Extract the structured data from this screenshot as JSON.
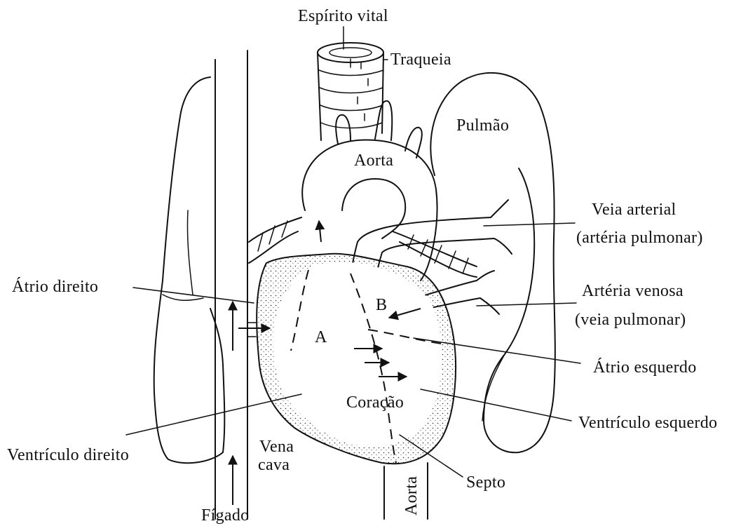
{
  "labels": {
    "vital_spirit": "Espírito vital",
    "trachea": "Traqueia",
    "lung": "Pulmão",
    "aorta_top": "Aorta",
    "arterial_vein_1": "Veia arterial",
    "arterial_vein_2": "(artéria pulmonar)",
    "right_atrium": "Átrio direito",
    "venous_artery_1": "Artéria venosa",
    "venous_artery_2": "(veia pulmonar)",
    "marker_b": "B",
    "marker_a": "A",
    "left_atrium": "Átrio esquerdo",
    "heart": "Coração",
    "left_ventricle": "Ventrículo esquerdo",
    "right_ventricle": "Ventrículo direito",
    "vena_cava_1": "Vena",
    "vena_cava_2": "cava",
    "septum": "Septo",
    "aorta_bottom": "Aorta",
    "liver": "Fígado"
  }
}
